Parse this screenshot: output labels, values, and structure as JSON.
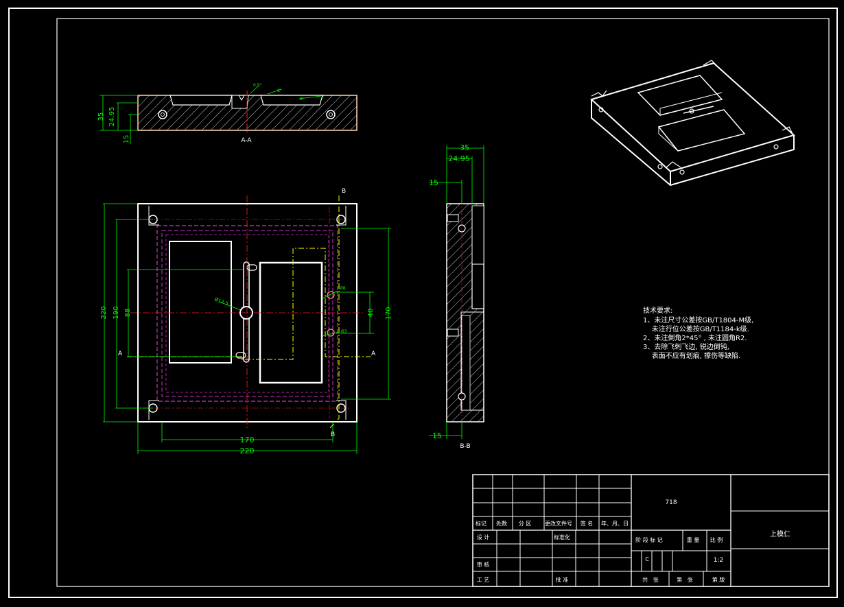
{
  "colors": {
    "background": "#000000",
    "outline": "#ffffff",
    "dimension": "#00ff00",
    "hidden_line": "#cc33cc",
    "center_line": "#ff2020",
    "aux_line": "#ffff00",
    "hatch": "#ffffff",
    "section_edge": "#ffd7b0"
  },
  "section_aa": {
    "dims": {
      "overall": "35",
      "depth": "24.95",
      "bottom": "15"
    },
    "annotations": {
      "angle1": "0.5°",
      "angle2": "8°",
      "angle3": "8°"
    },
    "label": "A-A"
  },
  "plan": {
    "dims": {
      "width_outer": "220",
      "width_inner": "170",
      "height_outer": "220",
      "height_inner": "190",
      "h88": "88",
      "h40": "40",
      "h170": "170",
      "hole_dia": "Ø12.5",
      "small1": "Ø8",
      "small2": "Ø3"
    },
    "markers": {
      "a_left": "A",
      "a_right": "A",
      "b_top": "B",
      "b_bottom": "B"
    }
  },
  "section_bb": {
    "dims": {
      "overall": "35",
      "depth": "24.95",
      "top15": "15",
      "bottom15": "15"
    },
    "label": "B-B"
  },
  "notes": {
    "title": "技术要求:",
    "lines": [
      "1、未注尺寸公差按GB/T1804-M级,",
      "    未注行位公差按GB/T1184-k级.",
      "2、未注倒角2*45° , 未注圆角R2.",
      "3、去除飞刺飞边, 锐边倒钝,",
      "    表面不应有划痕, 擦伤等缺陷."
    ]
  },
  "title_block": {
    "material": "718",
    "part_name": "上模仁",
    "header": [
      "标记",
      "处数",
      "分 区",
      "更改文件号",
      "签 名",
      "年、月、日"
    ],
    "row_design": "设 计",
    "row_standard": "标准化",
    "row_check": "审 核",
    "row_process": "工 艺",
    "row_approve": "批 准",
    "stage_mark": "阶 段 标 记",
    "weight": "重 量",
    "scale_label": "比 例",
    "stage_value": "C",
    "scale_value": "1:2",
    "total_sheets": "共   张",
    "sheet_no": "第   张",
    "version": "第 版"
  }
}
